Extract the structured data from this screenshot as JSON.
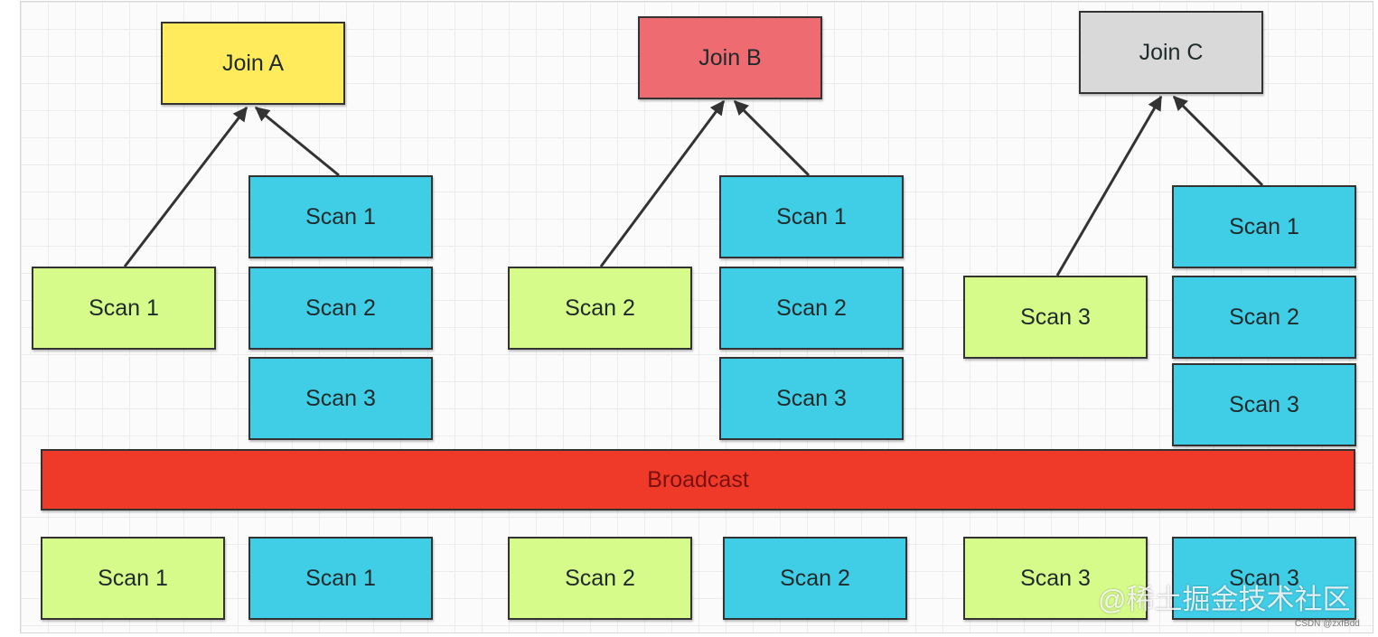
{
  "joins": [
    {
      "label": "Join A",
      "color": "#ffeb5b"
    },
    {
      "label": "Join B",
      "color": "#ee6b72"
    },
    {
      "label": "Join C",
      "color": "#d9d9d9"
    }
  ],
  "groups": [
    {
      "local": "Scan 1",
      "stack": [
        "Scan 1",
        "Scan 2",
        "Scan 3"
      ]
    },
    {
      "local": "Scan 2",
      "stack": [
        "Scan 1",
        "Scan 2",
        "Scan 3"
      ]
    },
    {
      "local": "Scan 3",
      "stack": [
        "Scan 1",
        "Scan 2",
        "Scan 3"
      ]
    }
  ],
  "broadcast": {
    "label": "Broadcast",
    "color": "#ef3a2a"
  },
  "bottom_row": {
    "green": [
      "Scan 1",
      "Scan 2",
      "Scan 3"
    ],
    "cyan": [
      "Scan 1",
      "Scan 2",
      "Scan 3"
    ]
  },
  "colors": {
    "green": "#d6fb8a",
    "cyan": "#40cde6"
  },
  "watermark": "@稀土掘金技术社区",
  "credit": "CSDN @zxfBdd"
}
